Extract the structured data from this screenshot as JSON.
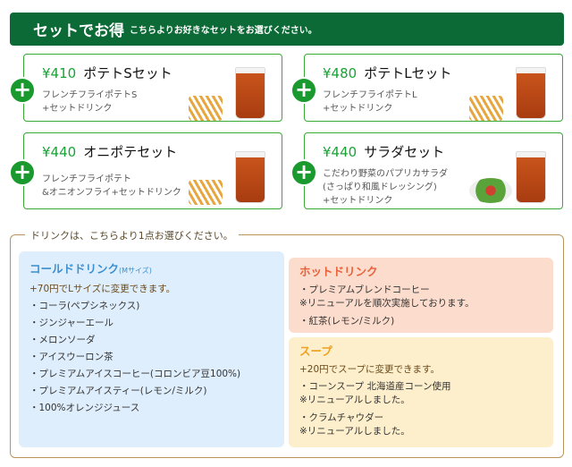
{
  "banner": {
    "title": "セットでお得",
    "subtitle": "こちらよりお好きなセットをお選びください。"
  },
  "sets": [
    {
      "price": "¥410",
      "name": "ポテトSセット",
      "desc": "フレンチフライポテトS\n+セットドリンク",
      "image": "fries-drink"
    },
    {
      "price": "¥480",
      "name": "ポテトLセット",
      "desc": "フレンチフライポテトL\n+セットドリンク",
      "image": "fries-drink"
    },
    {
      "price": "¥440",
      "name": "オニポテセット",
      "desc": "フレンチフライポテト\n&オニオンフライ+セットドリンク",
      "image": "onion-fries-drink"
    },
    {
      "price": "¥440",
      "name": "サラダセット",
      "desc": "こだわり野菜のパプリカサラダ\n(さっぱり和風ドレッシング)\n+セットドリンク",
      "image": "salad-drink"
    }
  ],
  "drinks": {
    "legend": "ドリンクは、こちらより1点お選びください。",
    "cold": {
      "title": "コールドドリンク",
      "size": "(Mサイズ)",
      "note": "+70円でLサイズに変更できます。",
      "items": [
        "・コーラ(ペプシネックス)",
        "・ジンジャーエール",
        "・メロンソーダ",
        "・アイスウーロン茶",
        "・プレミアムアイスコーヒー(コロンビア豆100%)",
        "・プレミアムアイスティー(レモン/ミルク)",
        "・100%オレンジジュース"
      ]
    },
    "hot": {
      "title": "ホットドリンク",
      "items": [
        {
          "name": "・プレミアムブレンドコーヒー",
          "sub": "※リニューアルを順次実施しております。"
        },
        {
          "name": "・紅茶(レモン/ミルク)"
        }
      ]
    },
    "soup": {
      "title": "スープ",
      "note": "+20円でスープに変更できます。",
      "items": [
        {
          "name": "・コーンスープ 北海道産コーン使用",
          "sub": "※リニューアルしました。"
        },
        {
          "name": "・クラムチャウダー",
          "sub": "※リニューアルしました。"
        }
      ]
    }
  },
  "colors": {
    "banner": "#0b6a35",
    "accent": "#1aa236",
    "cold_bg": "#dfeefc",
    "hot_bg": "#fcdccc",
    "soup_bg": "#fdefcc"
  }
}
